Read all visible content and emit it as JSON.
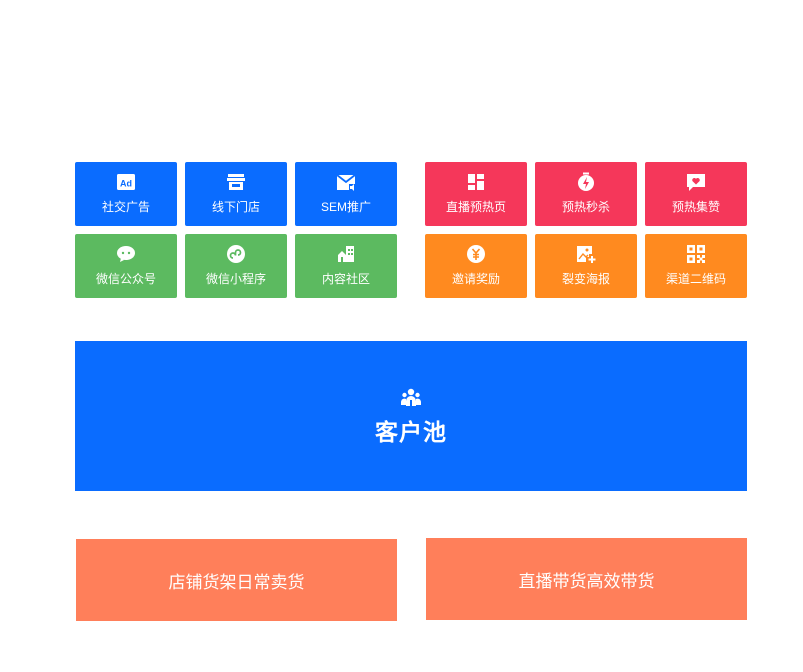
{
  "left_tiles": [
    {
      "label": "社交广告",
      "icon": "ad-icon"
    },
    {
      "label": "线下门店",
      "icon": "store-icon"
    },
    {
      "label": "SEM推广",
      "icon": "mail-speaker-icon"
    },
    {
      "label": "微信公众号",
      "icon": "wechat-icon"
    },
    {
      "label": "微信小程序",
      "icon": "mini-program-icon"
    },
    {
      "label": "内容社区",
      "icon": "community-building-icon"
    }
  ],
  "right_tiles": [
    {
      "label": "直播预热页",
      "icon": "dashboard-layout-icon"
    },
    {
      "label": "预热秒杀",
      "icon": "flash-stopwatch-icon"
    },
    {
      "label": "预热集赞",
      "icon": "heart-message-icon"
    },
    {
      "label": "邀请奖励",
      "icon": "yuan-coin-icon"
    },
    {
      "label": "裂变海报",
      "icon": "add-image-icon"
    },
    {
      "label": "渠道二维码",
      "icon": "qrcode-icon"
    }
  ],
  "pool": {
    "title": "客户池",
    "icon": "customer-group-icon"
  },
  "ctas": {
    "store": "店铺货架日常卖货",
    "live": "直播带货高效带货"
  },
  "colors": {
    "blue": "#0a6cff",
    "green": "#5cba60",
    "red": "#f5375a",
    "orange": "#ff8a1f",
    "coral": "#ff7f5a"
  }
}
